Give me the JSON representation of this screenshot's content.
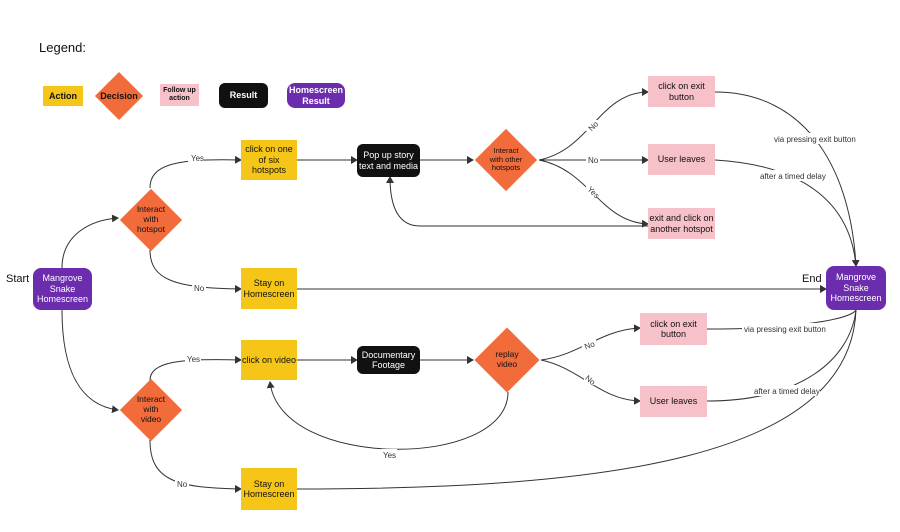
{
  "legend": {
    "title": "Legend:",
    "action": "Action",
    "decision": "Decision",
    "follow_up": "Follow up\naction",
    "result": "Result",
    "homescreen_result": "Homescreen\nResult"
  },
  "start_label": "Start",
  "end_label": "End",
  "nodes": {
    "start_home": "Mangrove\nSnake\nHomescreen",
    "end_home": "Mangrove\nSnake\nHomescreen",
    "interact_hotspot": "Interact\nwith\nhotspot",
    "click_hotspot": "click on one\nof six\nhotspots",
    "popup": "Pop up story\ntext and media",
    "interact_other": "Interact\nwith other\nhotspots",
    "click_exit_top": "click on exit\nbutton",
    "user_leaves_top": "User leaves",
    "exit_another": "exit and click on\nanother hotspot",
    "stay_home_top": "Stay on\nHomescreen",
    "interact_video": "Interact\nwith\nvideo",
    "click_video": "click on video",
    "documentary": "Documentary\nFootage",
    "replay": "replay\nvideo",
    "click_exit_bottom": "click on exit\nbutton",
    "user_leaves_bottom": "User leaves",
    "stay_home_bottom": "Stay on\nHomescreen"
  },
  "edge_labels": {
    "yes_hotspot": "Yes",
    "no_hotspot": "No",
    "no_exit_top": "No",
    "no_leaves_top": "No",
    "yes_another": "Yes",
    "via_exit_top": "via pressing exit button",
    "timed_top": "after a timed delay",
    "yes_video": "Yes",
    "no_video": "No",
    "no_exit_bottom": "No",
    "no_leaves_bottom": "No",
    "yes_replay": "Yes",
    "via_exit_bottom": "via pressing exit button",
    "timed_bottom": "after a timed delay"
  },
  "colors": {
    "action": "#f5c518",
    "decision": "#f26b3a",
    "follow_up": "#f6c1c8",
    "result": "#111111",
    "homescreen": "#6b2cad",
    "line": "#333333"
  }
}
